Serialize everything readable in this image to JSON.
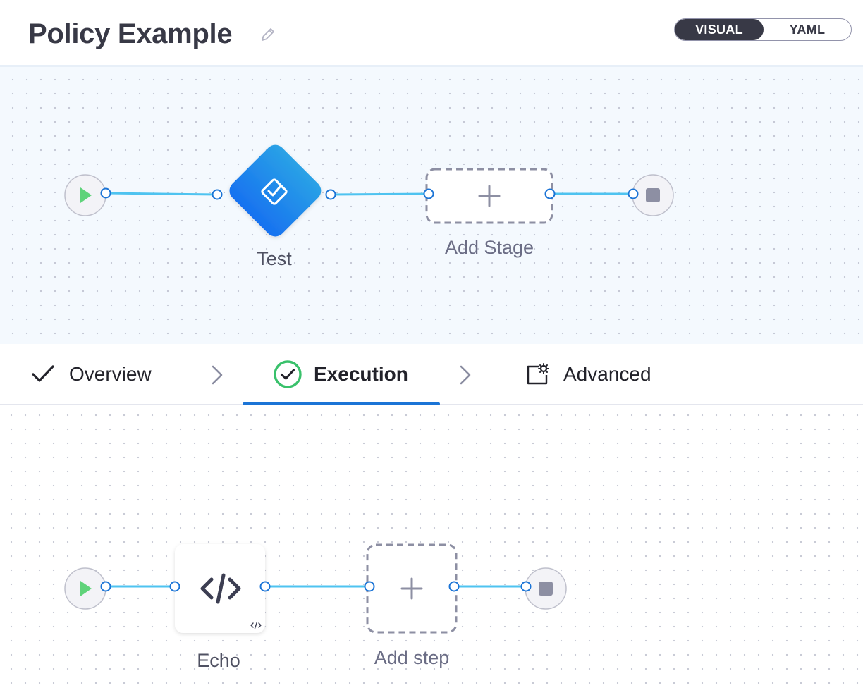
{
  "header": {
    "title": "Policy Example",
    "view_toggle": {
      "visual": "VISUAL",
      "yaml": "YAML",
      "selected": "VISUAL"
    }
  },
  "pipeline": {
    "stages": [
      {
        "name": "Test",
        "type": "approval-stage",
        "icon": "approval-check-icon"
      }
    ],
    "add_stage_label": "Add Stage"
  },
  "tabs": [
    {
      "label": "Overview",
      "status": "completed",
      "icon": "check-icon"
    },
    {
      "label": "Execution",
      "status": "active",
      "icon": "check-circle-icon"
    },
    {
      "label": "Advanced",
      "status": "pending",
      "icon": "advanced-settings-icon"
    }
  ],
  "execution": {
    "steps": [
      {
        "name": "Echo",
        "type": "script-step",
        "icon": "code-icon"
      }
    ],
    "add_step_label": "Add step"
  },
  "colors": {
    "connector": "#4ec3f0",
    "stage_gradient_start": "#2aa2e6",
    "stage_gradient_end": "#1771f0",
    "start_play": "#5fd37a",
    "active_tab_check": "#39c16b",
    "tab_underline": "#1b74d6"
  }
}
